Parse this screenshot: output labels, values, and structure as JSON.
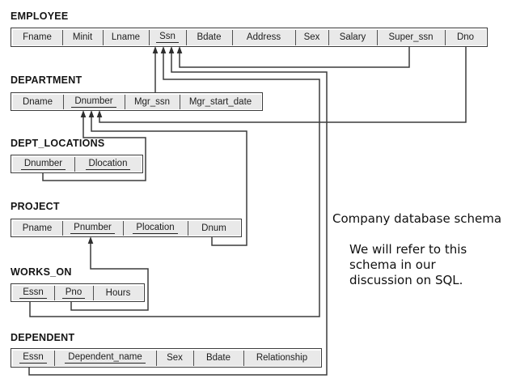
{
  "caption": {
    "title": "Company database schema",
    "note_lines": [
      "We will refer to this",
      "schema in our",
      "discussion on SQL."
    ]
  },
  "tables": {
    "employee": {
      "name": "EMPLOYEE",
      "columns": [
        {
          "label": "Fname",
          "key": false
        },
        {
          "label": "Minit",
          "key": false
        },
        {
          "label": "Lname",
          "key": false
        },
        {
          "label": "Ssn",
          "key": true
        },
        {
          "label": "Bdate",
          "key": false
        },
        {
          "label": "Address",
          "key": false
        },
        {
          "label": "Sex",
          "key": false
        },
        {
          "label": "Salary",
          "key": false
        },
        {
          "label": "Super_ssn",
          "key": false
        },
        {
          "label": "Dno",
          "key": false
        }
      ]
    },
    "department": {
      "name": "DEPARTMENT",
      "columns": [
        {
          "label": "Dname",
          "key": false
        },
        {
          "label": "Dnumber",
          "key": true
        },
        {
          "label": "Mgr_ssn",
          "key": false
        },
        {
          "label": "Mgr_start_date",
          "key": false
        }
      ]
    },
    "dept_locations": {
      "name": "DEPT_LOCATIONS",
      "columns": [
        {
          "label": "Dnumber",
          "key": true
        },
        {
          "label": "Dlocation",
          "key": true
        }
      ]
    },
    "project": {
      "name": "PROJECT",
      "columns": [
        {
          "label": "Pname",
          "key": false
        },
        {
          "label": "Pnumber",
          "key": true
        },
        {
          "label": "Plocation",
          "key": true
        },
        {
          "label": "Dnum",
          "key": false
        }
      ]
    },
    "works_on": {
      "name": "WORKS_ON",
      "columns": [
        {
          "label": "Essn",
          "key": true
        },
        {
          "label": "Pno",
          "key": true
        },
        {
          "label": "Hours",
          "key": false
        }
      ]
    },
    "dependent": {
      "name": "DEPENDENT",
      "columns": [
        {
          "label": "Essn",
          "key": true
        },
        {
          "label": "Dependent_name",
          "key": true
        },
        {
          "label": "Sex",
          "key": false
        },
        {
          "label": "Bdate",
          "key": false
        },
        {
          "label": "Relationship",
          "key": false
        }
      ]
    }
  },
  "relationships": [
    {
      "from": "DEPARTMENT.Mgr_ssn",
      "to": "EMPLOYEE.Ssn"
    },
    {
      "from": "WORKS_ON.Essn",
      "to": "EMPLOYEE.Ssn"
    },
    {
      "from": "DEPENDENT.Essn",
      "to": "EMPLOYEE.Ssn"
    },
    {
      "from": "EMPLOYEE.Super_ssn",
      "to": "EMPLOYEE.Ssn"
    },
    {
      "from": "DEPT_LOCATIONS.Dnumber",
      "to": "DEPARTMENT.Dnumber"
    },
    {
      "from": "PROJECT.Dnum",
      "to": "DEPARTMENT.Dnumber"
    },
    {
      "from": "EMPLOYEE.Dno",
      "to": "DEPARTMENT.Dnumber"
    },
    {
      "from": "WORKS_ON.Pno",
      "to": "PROJECT.Pnumber"
    }
  ],
  "colors": {
    "background": "#ffffff",
    "cell_fill": "#e9e9e9",
    "border": "#3c3c3c",
    "connector": "#3c3c3c",
    "text": "#1d1d1d"
  }
}
